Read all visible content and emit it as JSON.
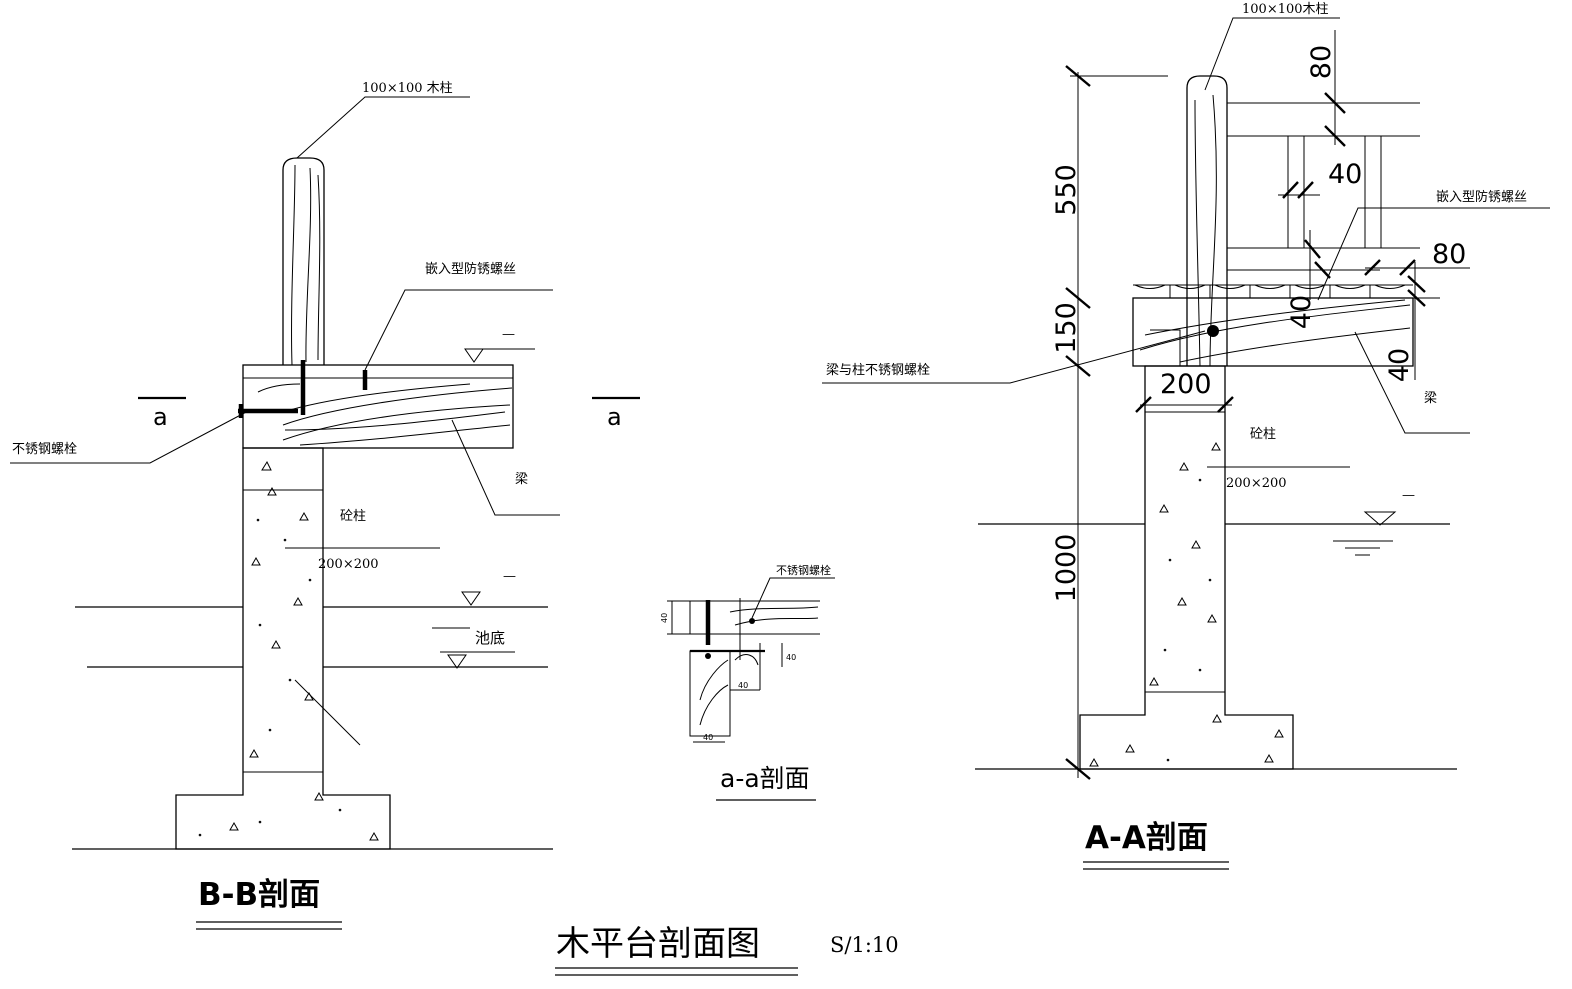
{
  "drawing": {
    "main_title": "木平台剖面图",
    "scale": "S/1:10"
  },
  "section_bb": {
    "title": "B-B剖面",
    "post_label": "100×100 木柱",
    "screw_label": "嵌入型防锈螺丝",
    "bolt_label": "不锈钢螺栓",
    "beam_label": "梁",
    "column_label": "砼柱",
    "column_size": "200×200",
    "pool_bottom_label": "池底",
    "water_mark": "—",
    "cut_mark_left": "a",
    "cut_mark_right": "a"
  },
  "section_aa_small": {
    "title": "a-a剖面",
    "bolt_label": "不锈钢螺栓",
    "dim_1": "40",
    "dim_2": "40",
    "dim_3": "40",
    "dim_4": "40"
  },
  "section_aa": {
    "title": "A-A剖面",
    "post_label": "100×100木柱",
    "screw_label": "嵌入型防锈螺丝",
    "bolt_label": "梁与柱不锈钢螺栓",
    "beam_label": "梁",
    "column_label": "砼柱",
    "column_size": "200×200",
    "water_mark": "—",
    "dims": {
      "height_rail": "550",
      "height_beam": "150",
      "height_column": "1000",
      "rail_top": "80",
      "rail_gap": "40",
      "deck_board": "80",
      "board_thk": "40",
      "beam_edge": "40",
      "column_width": "200"
    }
  }
}
